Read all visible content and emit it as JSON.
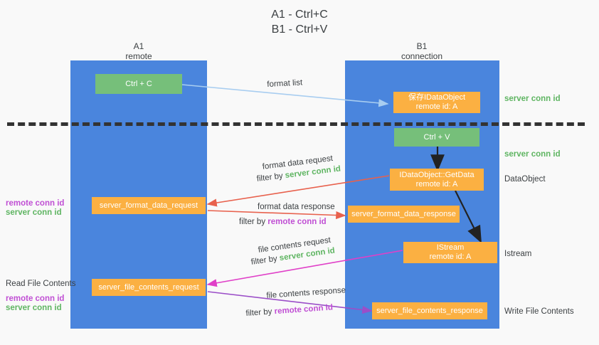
{
  "title": {
    "line1": "A1 - Ctrl+C",
    "line2": "B1 - Ctrl+V"
  },
  "colors": {
    "column": "#4a85dd",
    "green_box": "#76bf7a",
    "orange_box": "#fbb042",
    "dashed_line": "#333333",
    "conn_green": "#5fb562",
    "conn_purple": "#c04fd4",
    "arrow_light_blue": "#a8cdf0",
    "arrow_red": "#e8614d",
    "arrow_magenta": "#e040c8",
    "arrow_purple": "#9b4ec8",
    "arrow_black": "#222222",
    "background": "#f9f9f9",
    "text": "#3c4043"
  },
  "columns": [
    {
      "id": "a1",
      "title": "A1",
      "subtitle": "remote"
    },
    {
      "id": "b1",
      "title": "B1",
      "subtitle": "connection"
    }
  ],
  "boxes": [
    {
      "id": "ctrl-c",
      "kind": "green",
      "lines": [
        "Ctrl + C"
      ]
    },
    {
      "id": "save-idataobject",
      "kind": "orange",
      "lines": [
        "保存IDataObject",
        "remote id: A"
      ]
    },
    {
      "id": "ctrl-v",
      "kind": "green",
      "lines": [
        "Ctrl + V"
      ]
    },
    {
      "id": "getdata",
      "kind": "orange",
      "lines": [
        "IDataObject::GetData",
        "remote id: A"
      ]
    },
    {
      "id": "server-format-data-request",
      "kind": "orange",
      "lines": [
        "server_format_data_request"
      ]
    },
    {
      "id": "server-format-data-response",
      "kind": "orange",
      "lines": [
        "server_format_data_response"
      ]
    },
    {
      "id": "istream",
      "kind": "orange",
      "lines": [
        "IStream",
        "remote id: A"
      ]
    },
    {
      "id": "server-file-contents-request",
      "kind": "orange",
      "lines": [
        "server_file_contents_request"
      ]
    },
    {
      "id": "server-file-contents-response",
      "kind": "orange",
      "lines": [
        "server_file_contents_response"
      ]
    }
  ],
  "right_labels": [
    {
      "id": "server-conn-id-1",
      "text": "server conn id",
      "style": "green"
    },
    {
      "id": "server-conn-id-2",
      "text": "server conn id",
      "style": "green"
    },
    {
      "id": "dataobject",
      "text": "DataObject",
      "style": "plain"
    },
    {
      "id": "istream-label",
      "text": "Istream",
      "style": "plain"
    },
    {
      "id": "write-file-contents",
      "text": "Write File Contents",
      "style": "plain"
    }
  ],
  "left_labels": [
    {
      "id": "remote-conn-id-1",
      "text": "remote conn id",
      "style": "purple"
    },
    {
      "id": "server-conn-id-3",
      "text": "server conn id",
      "style": "green"
    },
    {
      "id": "read-file-contents",
      "text": "Read File Contents",
      "style": "plain"
    },
    {
      "id": "remote-conn-id-2",
      "text": "remote conn id",
      "style": "purple"
    },
    {
      "id": "server-conn-id-4",
      "text": "server conn id",
      "style": "green"
    }
  ],
  "flow_labels": {
    "format_list": "format list",
    "format_data_request": "format data request",
    "format_data_request_filter_prefix": "filter by ",
    "format_data_request_filter_target": "server conn id",
    "format_data_response": "format data response",
    "format_data_response_filter_prefix": "filter by ",
    "format_data_response_filter_target": "remote conn id",
    "file_contents_request": "file contents request",
    "file_contents_request_filter_prefix": "filter by ",
    "file_contents_request_filter_target": "server conn id",
    "file_contents_response": "file contents response",
    "file_contents_response_filter_prefix": "filter by ",
    "file_contents_response_filter_target": "remote conn id"
  }
}
